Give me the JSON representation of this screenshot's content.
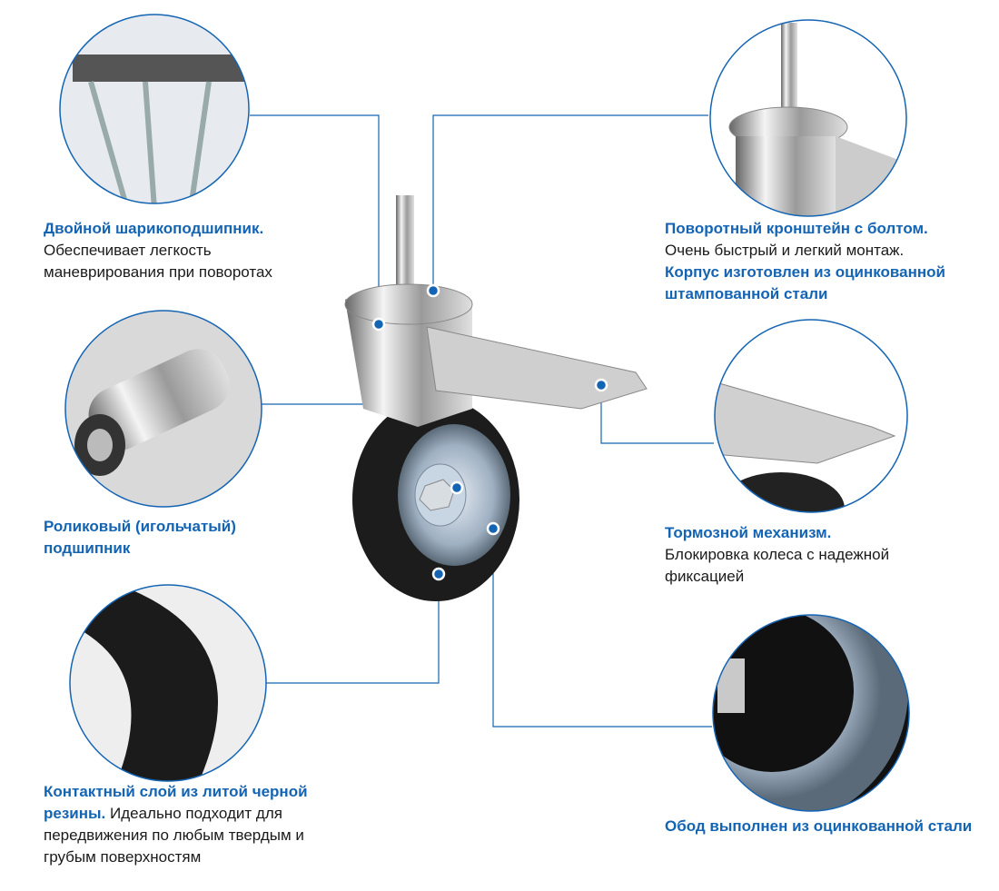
{
  "colors": {
    "accent": "#1464b4",
    "text": "#1a1a1a"
  },
  "features": [
    {
      "title": "Двойной шарикоподшипник.",
      "text": "Обеспечивает легкость маневрирования при поворотах"
    },
    {
      "title": "Роликовый (игольчатый) подшипник",
      "text": ""
    },
    {
      "title": "Контактный слой из литой черной резины.",
      "text": "Идеально подходит для передвижения по любым твердым и грубым поверхностям"
    },
    {
      "title": "Поворотный кронштейн с болтом.",
      "text": "Очень быстрый и легкий монтаж.",
      "title2": "Корпус изготовлен из оцинкованной штампованной стали"
    },
    {
      "title": "Тормозной механизм.",
      "text": "Блокировка колеса с надежной фиксацией"
    },
    {
      "title": "Обод выполнен из оцинкованной стали",
      "text": ""
    }
  ]
}
